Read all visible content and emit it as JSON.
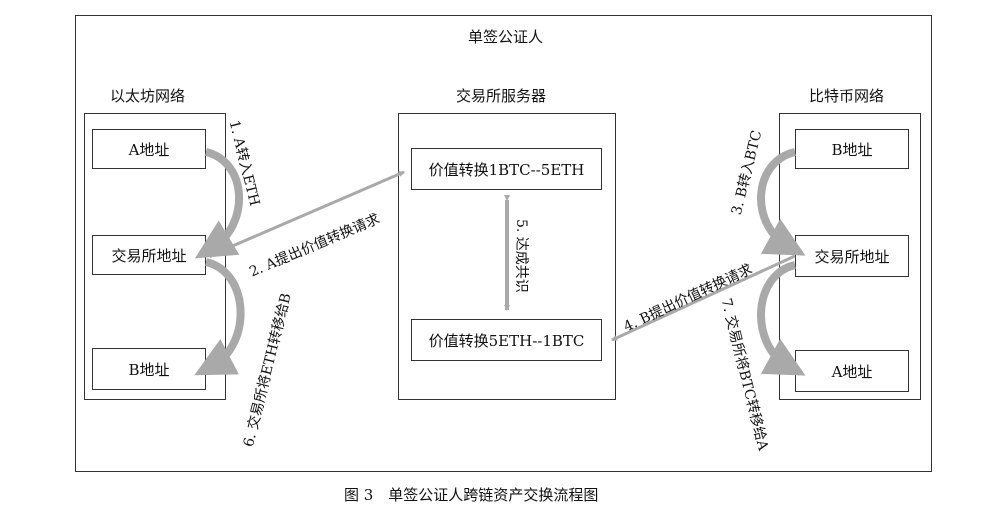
{
  "diagram": {
    "outer_title": "单签公证人",
    "caption": "图 3　单签公证人跨链资产交换流程图",
    "left_network": {
      "title": "以太坊网络",
      "nodes": [
        "A地址",
        "交易所地址",
        "B地址"
      ]
    },
    "server": {
      "title": "交易所服务器",
      "top": "价值转换1BTC--5ETH",
      "bottom": "价值转换5ETH--1BTC"
    },
    "right_network": {
      "title": "比特币网络",
      "nodes": [
        "B地址",
        "交易所地址",
        "A地址"
      ]
    },
    "steps": {
      "s1": "1. A转入ETH",
      "s2": "2. A提出价值转换请求",
      "s3": "3. B转入BTC",
      "s4": "4. B提出价值转换请求",
      "s5": "5. 达成共识",
      "s6": "6. 交易所将ETH转移给B",
      "s7": "7. 交易所将BTC转移给A"
    },
    "colors": {
      "arrow": "#a9a9a9",
      "border": "#333333"
    }
  }
}
